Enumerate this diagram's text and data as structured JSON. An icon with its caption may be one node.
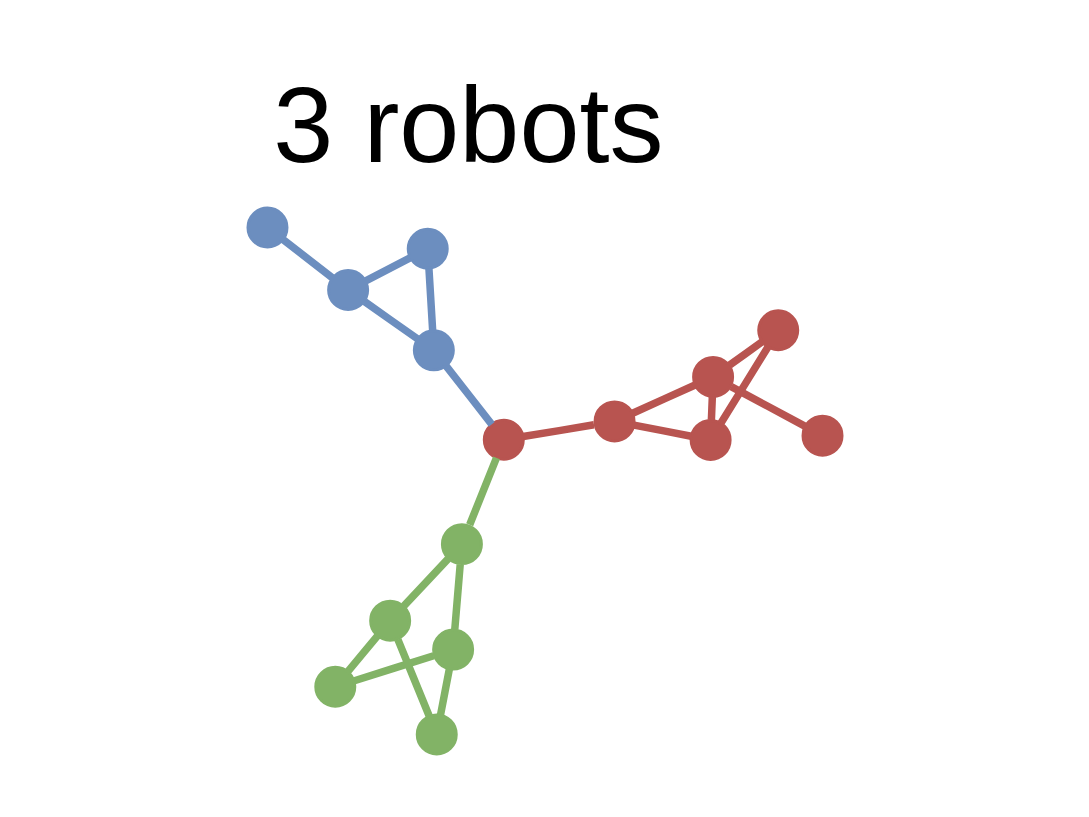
{
  "diagram": {
    "title": "3 robots",
    "nodes": [
      {
        "text": [],
        "shape": "circle"
      },
      {
        "text": [],
        "shape": "circle"
      },
      {
        "text": [],
        "shape": "circle"
      },
      {
        "text": [],
        "shape": "circle"
      },
      {
        "text": [],
        "shape": "circle"
      },
      {
        "text": [],
        "shape": "circle"
      },
      {
        "text": [],
        "shape": "circle"
      },
      {
        "text": [],
        "shape": "circle"
      },
      {
        "text": [],
        "shape": "circle"
      },
      {
        "text": [],
        "shape": "circle"
      },
      {
        "text": [],
        "shape": "circle"
      },
      {
        "text": [],
        "shape": "circle"
      },
      {
        "text": [],
        "shape": "circle"
      },
      {
        "text": [],
        "shape": "circle"
      },
      {
        "text": [],
        "shape": "circle"
      }
    ],
    "edges": [
      {
        "from": 0,
        "to": 1,
        "arrow": "none",
        "color": "#6c8ebf"
      },
      {
        "from": 0,
        "to": 3,
        "arrow": "none",
        "color": "#6c8ebf"
      },
      {
        "from": 1,
        "to": 3,
        "arrow": "none",
        "color": "#6c8ebf"
      },
      {
        "from": 1,
        "to": 2,
        "arrow": "none",
        "color": "#6c8ebf"
      },
      {
        "from": 3,
        "to": 4,
        "arrow": "none",
        "color": "#6c8ebf"
      },
      {
        "from": 4,
        "to": 7,
        "arrow": "none",
        "color": "#82b366"
      },
      {
        "from": 7,
        "to": 6,
        "arrow": "none",
        "color": "#82b366"
      },
      {
        "from": 7,
        "to": 11,
        "arrow": "none",
        "color": "#82b366"
      },
      {
        "from": 6,
        "to": 5,
        "arrow": "none",
        "color": "#82b366"
      },
      {
        "from": 6,
        "to": 8,
        "arrow": "none",
        "color": "#82b366"
      },
      {
        "from": 5,
        "to": 11,
        "arrow": "none",
        "color": "#82b366"
      },
      {
        "from": 11,
        "to": 8,
        "arrow": "none",
        "color": "#82b366"
      },
      {
        "from": 4,
        "to": 10,
        "arrow": "none",
        "color": "#b85450"
      },
      {
        "from": 10,
        "to": 9,
        "arrow": "none",
        "color": "#b85450"
      },
      {
        "from": 10,
        "to": 12,
        "arrow": "none",
        "color": "#b85450"
      },
      {
        "from": 9,
        "to": 12,
        "arrow": "none",
        "color": "#b85450"
      },
      {
        "from": 9,
        "to": 14,
        "arrow": "none",
        "color": "#b85450"
      },
      {
        "from": 12,
        "to": 14,
        "arrow": "none",
        "color": "#b85450"
      },
      {
        "from": 12,
        "to": 13,
        "arrow": "none",
        "color": "#b85450"
      }
    ]
  }
}
